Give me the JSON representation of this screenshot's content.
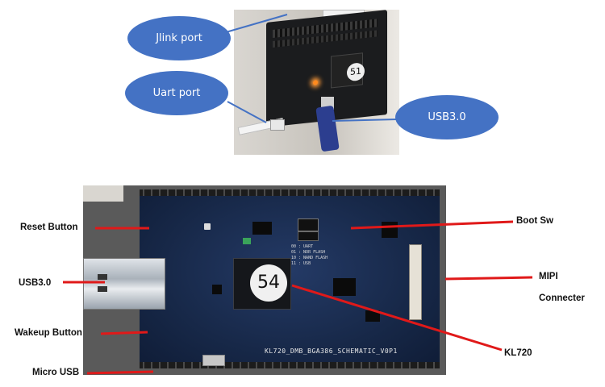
{
  "top_photo": {
    "callouts": {
      "jlink": "Jlink port",
      "uart": "Uart port",
      "usb3": "USB3.0"
    },
    "board_sticker": "51"
  },
  "bottom_photo": {
    "chip_sticker": "54",
    "pcb_label": "KL720_DMB_BGA386_SCHEMATIC_V0P1",
    "boot_legend": "00 : UART\n01 : NOR FLASH\n10 : NAND FLASH\n11 : USB"
  },
  "labels": {
    "reset_button": "Reset Button",
    "usb3": "USB3.0",
    "wakeup_button": "Wakeup Button",
    "micro_usb": "Micro USB",
    "boot_sw": "Boot Sw",
    "mipi_line1": "MIPI",
    "mipi_line2": "Connecter",
    "kl720": "KL720"
  },
  "colors": {
    "callout_fill": "#4472c4",
    "pointer_line": "#e01919",
    "pcb": "#1b2d52"
  }
}
